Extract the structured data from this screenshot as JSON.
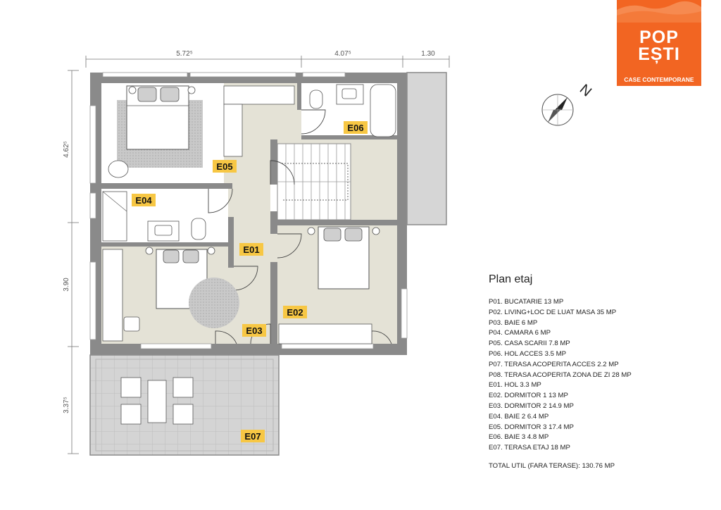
{
  "brand": {
    "name_line1": "POP",
    "name_line2": "EȘTI",
    "subtitle": "CASE CONTEMPORANE",
    "accent_color": "#f26522"
  },
  "dimensions": {
    "top": [
      "5.72⁵",
      "4.07⁵",
      "1.30"
    ],
    "left": [
      "4.62⁵",
      "3.90",
      "3.37⁵"
    ]
  },
  "compass": {
    "north_label": "N",
    "icon": "compass-icon"
  },
  "rooms": [
    {
      "code": "E01"
    },
    {
      "code": "E02"
    },
    {
      "code": "E03"
    },
    {
      "code": "E04"
    },
    {
      "code": "E05"
    },
    {
      "code": "E06"
    },
    {
      "code": "E07"
    }
  ],
  "legend": {
    "title": "Plan etaj",
    "items": [
      "P01. BUCATARIE 13 MP",
      "P02. LIVING+LOC DE LUAT MASA 35 MP",
      "P03. BAIE 6 MP",
      "P04. CAMARA 6 MP",
      "P05. CASA SCARII 7.8 MP",
      "P06. HOL ACCES 3.5 MP",
      "P07. TERASA ACOPERITA ACCES 2.2 MP",
      "P08. TERASA ACOPERITA ZONA DE ZI 28 MP",
      "E01. HOL 3.3 MP",
      "E02. DORMITOR 1 13 MP",
      "E03. DORMITOR 2 14.9 MP",
      "E04. BAIE 2 6.4 MP",
      "E05. DORMITOR 3 17.4 MP",
      "E06. BAIE 3 4.8 MP",
      "E07. TERASA ETAJ 18 MP"
    ],
    "total": "TOTAL UTIL (FARA TERASE): 130.76 MP"
  },
  "colors": {
    "wall": "#8a8a8a",
    "floor": "#e4e2d6",
    "terrace": "#d2d2d2",
    "label_bg": "#f7c744"
  }
}
